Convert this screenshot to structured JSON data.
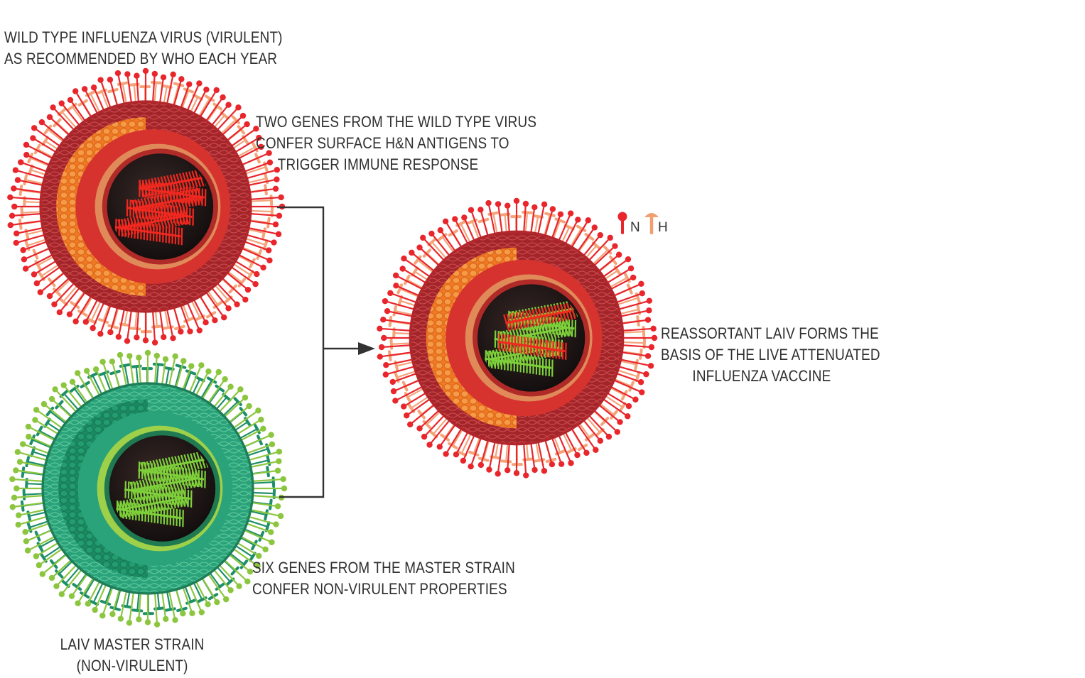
{
  "captions": {
    "wild_type": [
      "WILD TYPE INFLUENZA VIRUS (VIRULENT)",
      "AS RECOMMENDED BY WHO  EACH YEAR"
    ],
    "two_genes": [
      "TWO GENES FROM THE WILD TYPE VIRUS",
      "CONFER SURFACE H&N ANTIGENS TO",
      "TRIGGER IMMUNE RESPONSE"
    ],
    "reassortant": [
      "REASSORTANT LAIV FORMS THE",
      "BASIS OF THE LIVE ATTENUATED",
      "INFLUENZA VACCINE"
    ],
    "six_genes": [
      "SIX GENES FROM THE MASTER STRAIN",
      "CONFER NON-VIRULENT PROPERTIES"
    ],
    "master_strain": [
      "LAIV MASTER STRAIN",
      "(NON-VIRULENT)"
    ]
  },
  "legend": {
    "n_label": "N",
    "h_label": "H",
    "n_color": "#e8262c",
    "h_color": "#f0a070"
  },
  "colors": {
    "wild_spike": "#e8262c",
    "wild_h_spike": "#f4a37a",
    "wild_outer": "#b3262b",
    "wild_inner": "#d6332f",
    "wild_orange": "#f07a22",
    "wild_gene": "#f0281f",
    "master_spike": "#8cc63f",
    "master_n_spike": "#1e8f6a",
    "master_outer": "#1d7d57",
    "master_inner": "#2aa37a",
    "master_gene": "#7ed03a",
    "core": "#1a1414",
    "connector": "#333333"
  }
}
